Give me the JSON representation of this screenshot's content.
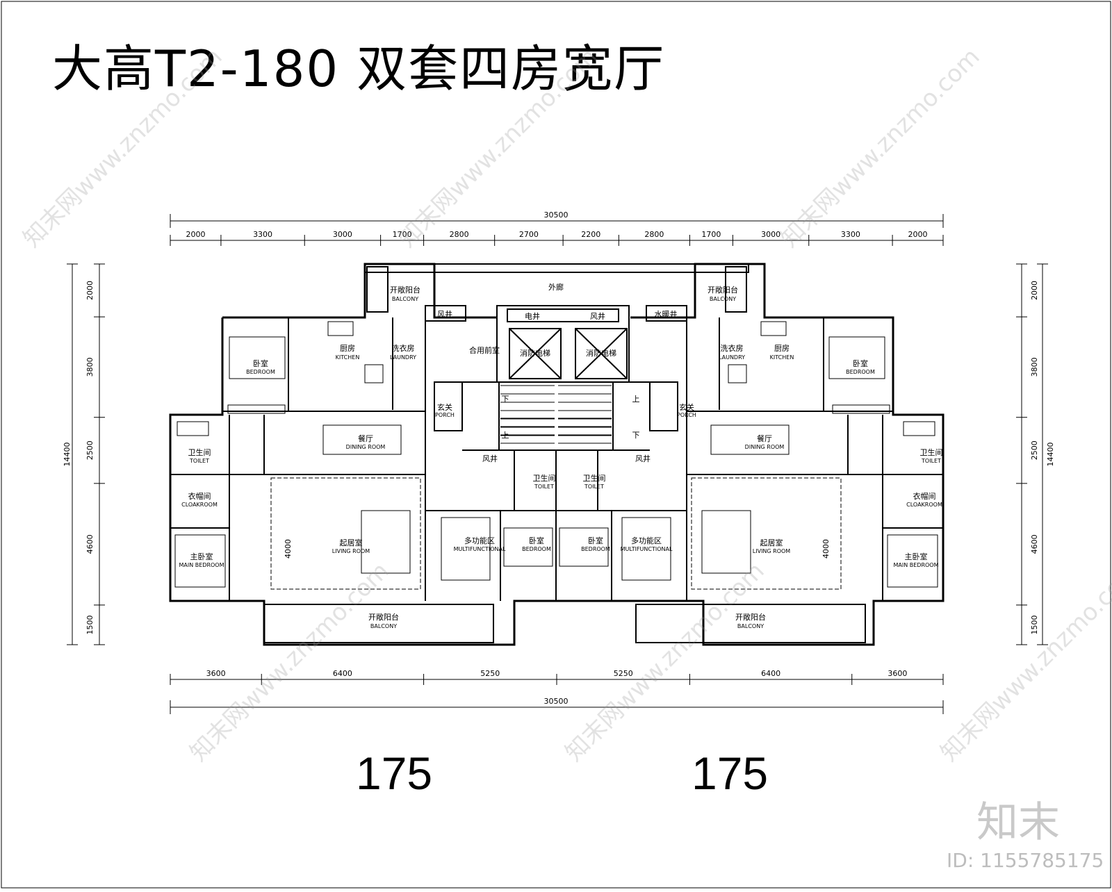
{
  "title": "大高T2-180 双套四房宽厅",
  "areas": [
    "175",
    "175"
  ],
  "brand": "知末",
  "doc_id": "ID: 1155785175",
  "watermark": "知末网www.znzmo.com",
  "dims": {
    "top_total": "30500",
    "top_segments": [
      "2000",
      "3300",
      "3000",
      "1700",
      "2800",
      "2700",
      "2200",
      "2800",
      "1700",
      "3000",
      "3300",
      "2000"
    ],
    "bottom_segments": [
      "3600",
      "6400",
      "5250",
      "5250",
      "6400",
      "3600"
    ],
    "bottom_total": "30500",
    "left_segments": [
      "2000",
      "3800",
      "2500",
      "4600",
      "1500"
    ],
    "left_total": "14400",
    "right_segments": [
      "2000",
      "3800",
      "2500",
      "4600",
      "1500"
    ],
    "right_total": "14400",
    "living_room_depth": "4000"
  },
  "rooms": {
    "balcony_open": "开敞阳台",
    "balcony_en": "BALCONY",
    "outer_corridor": "外廊",
    "elec_shaft": "电井",
    "air_shaft": "风井",
    "water_shaft": "水暖井",
    "shared_lobby": "合用前室",
    "elevator_a": "消防电梯",
    "elevator_b": "消防电梯",
    "down": "下",
    "up": "上",
    "kitchen": "厨房",
    "kitchen_en": "KITCHEN",
    "laundry": "洗衣房",
    "laundry_en": "LAUNDRY",
    "bedroom": "卧室",
    "bedroom_en": "BEDROOM",
    "porch": "玄关",
    "porch_en": "PORCH",
    "dining": "餐厅",
    "dining_en": "DINING ROOM",
    "toilet": "卫生间",
    "toilet_en": "TOILET",
    "cloakroom": "衣帽间",
    "cloakroom_en": "CLOAKROOM",
    "main_bedroom": "主卧室",
    "main_bedroom_en": "MAIN BEDROOM",
    "living": "起居室",
    "living_en": "LIVING ROOM",
    "multi": "多功能区",
    "multi_en": "MULTIFUNCTIONAL"
  }
}
